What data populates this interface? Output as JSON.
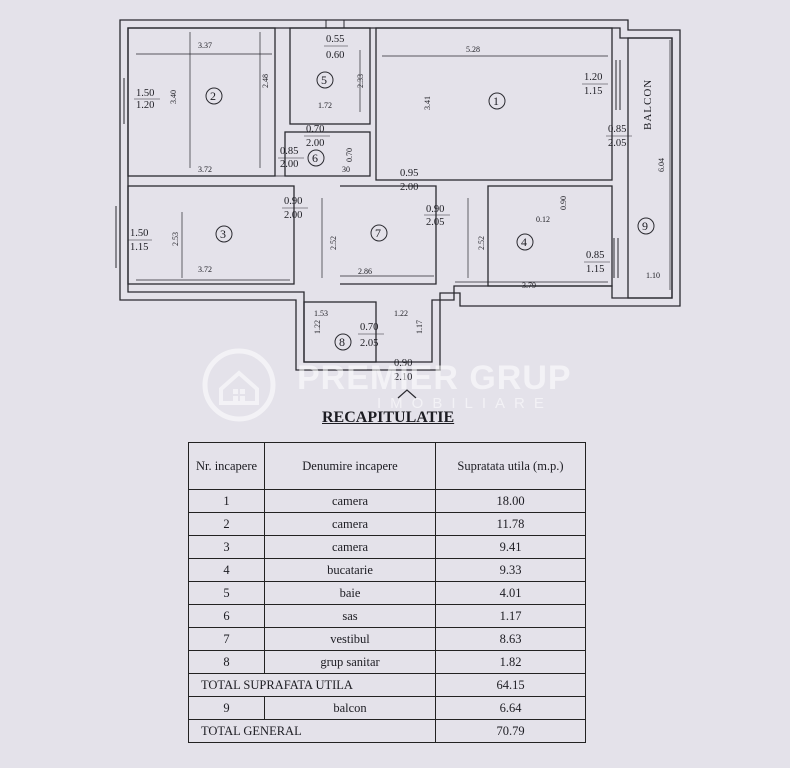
{
  "plan": {
    "rooms": [
      "1",
      "2",
      "3",
      "4",
      "5",
      "6",
      "7",
      "8",
      "9"
    ],
    "dims": {
      "d337": "3.37",
      "d248": "2.48",
      "d055": "0.55",
      "d060": "0.60",
      "d233": "2.33",
      "d528": "5.28",
      "d150a": "1.50",
      "d120a": "1.20",
      "d340": "3.40",
      "d172": "1.72",
      "d070": "0.70",
      "d200a": "2.00",
      "d341": "3.41",
      "d120b": "1.20",
      "d115a": "1.15",
      "d085a": "0.85",
      "d205a": "2.05",
      "d085b": "0.85",
      "d200b": "2.00",
      "d070b": "0.70",
      "d030": "30",
      "d372a": "3.72",
      "d095": "0.95",
      "d200c": "2.00",
      "d604": "6.04",
      "d090a": "0.90",
      "d200d": "2.00",
      "d090b": "0.90",
      "d205b": "2.05",
      "d150b": "1.50",
      "d115b": "1.15",
      "d253": "2.53",
      "d252a": "2.52",
      "d252b": "2.52",
      "d012": "0.12",
      "d090c": "0.90",
      "d085c": "0.85",
      "d115c": "1.15",
      "d372b": "3.72",
      "d286": "2.86",
      "d110": "1.10",
      "d379": "3.79",
      "d153": "1.53",
      "d122a": "1.22",
      "d122b": "1.22",
      "d117": "1.17",
      "d070c": "0.70",
      "d205c": "2.05",
      "d090d": "0.90",
      "d210": "2.10"
    },
    "balcon_label": "BALCON"
  },
  "watermark": {
    "brand": "PREMIER GRUP",
    "sub": "IMOBILIARE"
  },
  "recap": {
    "title": "RECAPITULATIE",
    "headers": {
      "nr": "Nr. incapere",
      "name": "Denumire incapere",
      "area": "Supratata utila (m.p.)"
    },
    "rows": [
      {
        "nr": "1",
        "name": "camera",
        "area": "18.00"
      },
      {
        "nr": "2",
        "name": "camera",
        "area": "11.78"
      },
      {
        "nr": "3",
        "name": "camera",
        "area": "9.41"
      },
      {
        "nr": "4",
        "name": "bucatarie",
        "area": "9.33"
      },
      {
        "nr": "5",
        "name": "baie",
        "area": "4.01"
      },
      {
        "nr": "6",
        "name": "sas",
        "area": "1.17"
      },
      {
        "nr": "7",
        "name": "vestibul",
        "area": "8.63"
      },
      {
        "nr": "8",
        "name": "grup sanitar",
        "area": "1.82"
      }
    ],
    "total_util": {
      "label": "TOTAL SUPRAFATA UTILA",
      "area": "64.15"
    },
    "balcon_row": {
      "nr": "9",
      "name": "balcon",
      "area": "6.64"
    },
    "total_general": {
      "label": "TOTAL GENERAL",
      "area": "70.79"
    }
  }
}
